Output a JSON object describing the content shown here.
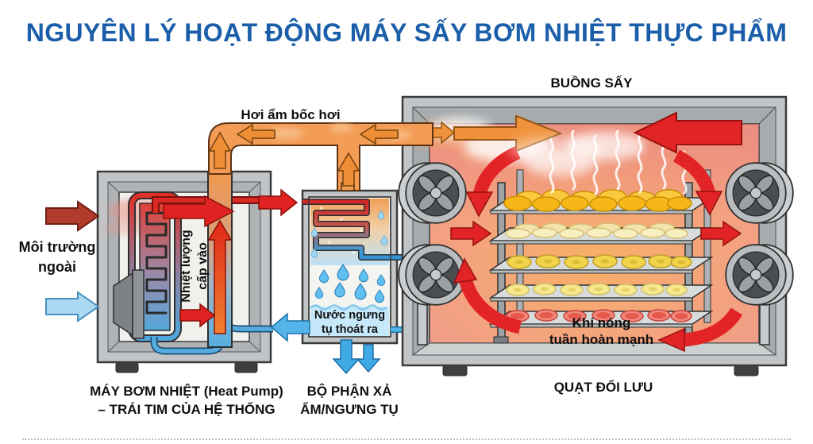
{
  "title": "NGUYÊN LÝ HOẠT ĐỘNG MÁY SẤY BƠM NHIỆT THỰC PHẨM",
  "environment": {
    "line1": "Môi trường",
    "line2": "ngoài"
  },
  "moist_air_pipe": {
    "label": "Hơi ẩm bốc hơi"
  },
  "heat_pump": {
    "internal_label_line1": "Nhiệt lượng",
    "internal_label_line2": "cấp vào",
    "caption_line1": "MÁY BƠM NHIỆT (Heat Pump)",
    "caption_line2": "– TRÁI TIM CỦA HỆ THỐNG"
  },
  "condenser": {
    "water_label_line1": "Nước ngưng",
    "water_label_line2": "tụ thoát ra",
    "caption_line1": "BỘ PHẬN XẢ",
    "caption_line2": "ẨM/NGƯNG TỤ"
  },
  "drying_chamber": {
    "label": "BUỒNG SẤY",
    "hot_air_line1": "Khí nóng",
    "hot_air_line2": "tuần hoàn mạnh",
    "caption": "QUẠT ĐỐI LƯU"
  },
  "colors": {
    "title_blue": "#1B5EA9",
    "pipe_orange": "#F29C55",
    "arrow_orange": "#EE8D33",
    "hot_red": "#E02428",
    "dark_red_arrow": "#B23B2C",
    "light_blue_arrow": "#ABD8F2",
    "water_blue": "#4FB0E8",
    "metal_gray": "#C2C5C7",
    "chamber_pink": "#F2A28C",
    "label_black": "#101010"
  }
}
